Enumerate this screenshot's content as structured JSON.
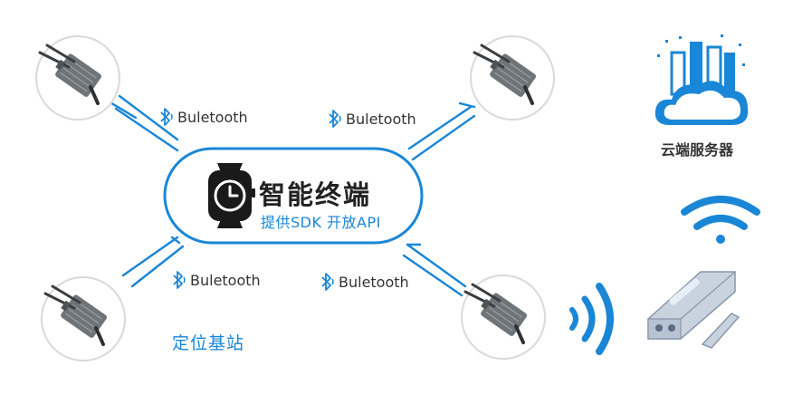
{
  "hub": {
    "title": "智能终端",
    "subtitle": "提供SDK  开放API"
  },
  "links": [
    {
      "label": "Buletooth"
    },
    {
      "label": "Buletooth"
    },
    {
      "label": "Buletooth"
    },
    {
      "label": "Buletooth"
    }
  ],
  "base_station_caption": "定位基站",
  "cloud_caption": "云端服务器",
  "colors": {
    "accent": "#1a86d6",
    "text": "#333333",
    "circle_border": "#d9d9d9"
  },
  "icons": {
    "hub": "smartwatch-icon",
    "link": "bluetooth-icon",
    "cloud": "cloud-server-icon",
    "uplink": "wifi-signal-icon",
    "beam": "radio-wave-icon"
  }
}
